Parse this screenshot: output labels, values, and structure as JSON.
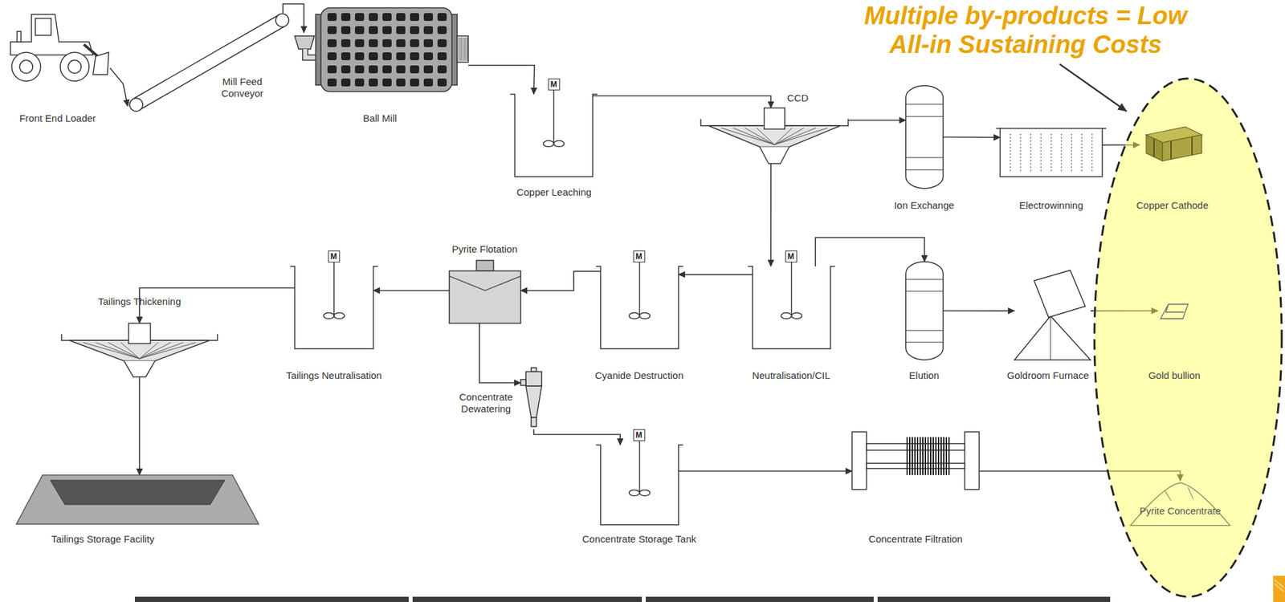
{
  "diagram": {
    "nodes": [
      {
        "text": [
          "Front End Loader"
        ]
      },
      {
        "text": [
          "Mill Feed Conveyor"
        ]
      },
      {
        "text": [
          "Ball Mill"
        ]
      },
      {
        "text": [
          "Copper Leaching"
        ]
      },
      {
        "text": [
          "CCD"
        ]
      },
      {
        "text": [
          "Ion Exchange"
        ]
      },
      {
        "text": [
          "Electrowinning"
        ]
      },
      {
        "text": [
          "Copper Cathode"
        ]
      },
      {
        "text": [
          "Neutralisation/CIL"
        ]
      },
      {
        "text": [
          "Elution"
        ]
      },
      {
        "text": [
          "Goldroom Furnace"
        ]
      },
      {
        "text": [
          "Gold bullion"
        ]
      },
      {
        "text": [
          "Cyanide Destruction"
        ]
      },
      {
        "text": [
          "Pyrite Flotation"
        ]
      },
      {
        "text": [
          "Tailings Neutralisation"
        ]
      },
      {
        "text": [
          "Tailings Thickening"
        ]
      },
      {
        "text": [
          "Tailings Storage Facility"
        ]
      },
      {
        "text": [
          "Concentrate Dewatering"
        ]
      },
      {
        "text": [
          "Concentrate Storage Tank"
        ]
      },
      {
        "text": [
          "Concentrate Filtration"
        ]
      },
      {
        "text": [
          "Pyrite Concentrate"
        ]
      }
    ],
    "edges": [
      {
        "from": 0,
        "to": 1,
        "arrow": "to"
      },
      {
        "from": 1,
        "to": 2,
        "arrow": "to"
      },
      {
        "from": 2,
        "to": 3,
        "arrow": "to"
      },
      {
        "from": 3,
        "to": 4,
        "arrow": "to"
      },
      {
        "from": 4,
        "to": 5,
        "arrow": "to"
      },
      {
        "from": 5,
        "to": 6,
        "arrow": "to"
      },
      {
        "from": 6,
        "to": 7,
        "arrow": "to"
      },
      {
        "from": 4,
        "to": 8,
        "arrow": "to"
      },
      {
        "from": 8,
        "to": 9,
        "arrow": "to"
      },
      {
        "from": 9,
        "to": 10,
        "arrow": "to"
      },
      {
        "from": 10,
        "to": 11,
        "arrow": "to"
      },
      {
        "from": 8,
        "to": 12,
        "arrow": "to"
      },
      {
        "from": 12,
        "to": 13,
        "arrow": "to"
      },
      {
        "from": 13,
        "to": 14,
        "arrow": "to"
      },
      {
        "from": 14,
        "to": 15,
        "arrow": "to"
      },
      {
        "from": 15,
        "to": 16,
        "arrow": "to"
      },
      {
        "from": 13,
        "to": 17,
        "arrow": "to"
      },
      {
        "from": 17,
        "to": 18,
        "arrow": "to"
      },
      {
        "from": 18,
        "to": 19,
        "arrow": "to"
      },
      {
        "from": 19,
        "to": 20,
        "arrow": "to"
      }
    ],
    "labels": [
      "Multiple by-products = Low All-in Sustaining Costs",
      "M",
      "M",
      "M",
      "M",
      "M"
    ]
  }
}
